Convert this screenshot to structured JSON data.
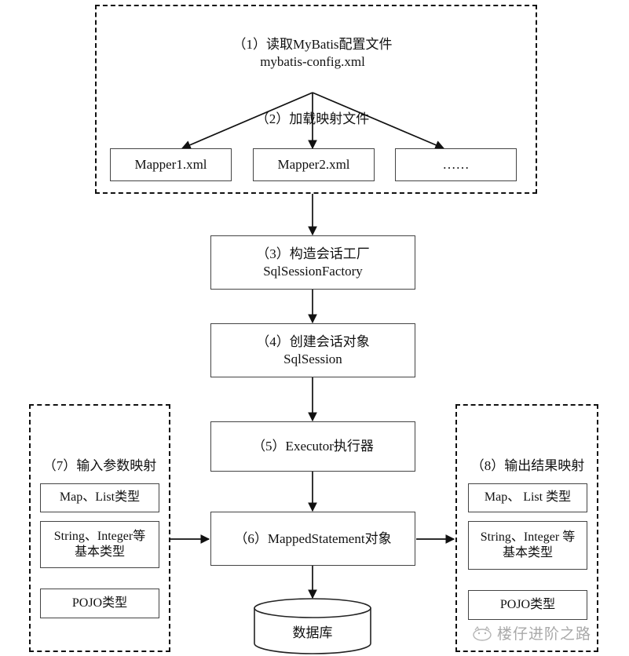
{
  "diagram": {
    "title_implicit": "MyBatis 执行流程图",
    "groups": {
      "config_group": {
        "label": ""
      },
      "input_group": {
        "heading": "（7）输入参数映射"
      },
      "output_group": {
        "heading": "（8）输出结果映射"
      }
    },
    "labels": {
      "step1_line1": "（1）读取MyBatis配置文件",
      "step1_line2": "mybatis-config.xml",
      "step2": "（2）加载映射文件"
    },
    "mappers": [
      {
        "name": "Mapper1.xml"
      },
      {
        "name": "Mapper2.xml"
      },
      {
        "name": "……"
      }
    ],
    "flow": [
      {
        "id": "step3",
        "line1": "（3）构造会话工厂",
        "line2": "SqlSessionFactory"
      },
      {
        "id": "step4",
        "line1": "（4）创建会话对象",
        "line2": "SqlSession"
      },
      {
        "id": "step5",
        "line1": "（5）Executor执行器",
        "line2": ""
      },
      {
        "id": "step6",
        "line1": "（6）MappedStatement对象",
        "line2": ""
      }
    ],
    "database": {
      "label": "数据库"
    },
    "input_types": [
      {
        "line1": "Map、List类型",
        "line2": ""
      },
      {
        "line1": "String、Integer等",
        "line2": "基本类型"
      },
      {
        "line1": "POJO类型",
        "line2": ""
      }
    ],
    "output_types": [
      {
        "line1": "Map、 List 类型",
        "line2": ""
      },
      {
        "line1": "String、Integer 等",
        "line2": "基本类型"
      },
      {
        "line1": "POJO类型",
        "line2": ""
      }
    ],
    "watermark": {
      "text": "楼仔进阶之路"
    },
    "colors": {
      "ink": "#111111",
      "box_stroke": "#444444",
      "canvas": "#ffffff",
      "watermark": "#9a9a9a"
    }
  }
}
